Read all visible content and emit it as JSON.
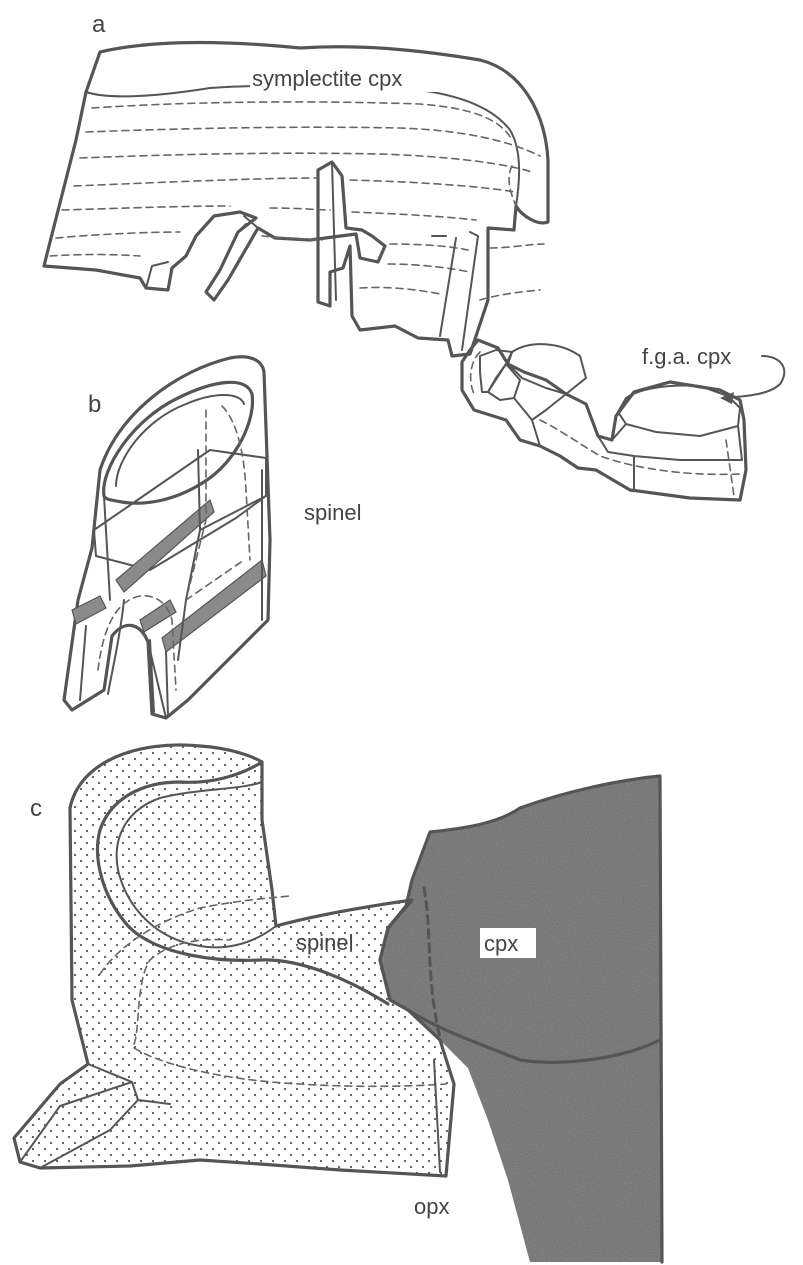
{
  "panels": {
    "a": {
      "letter": "a",
      "label_top": "symplectite cpx",
      "label_right": "f.g.a. cpx"
    },
    "b": {
      "letter": "b",
      "label": "spinel"
    },
    "c": {
      "letter": "c",
      "label_spinel": "spinel",
      "label_cpx": "cpx",
      "label_opx": "opx"
    }
  },
  "colors": {
    "line": "#555555",
    "stipple": "#555555",
    "grain": "#6e6e6e",
    "band": "#8a8a8a"
  }
}
